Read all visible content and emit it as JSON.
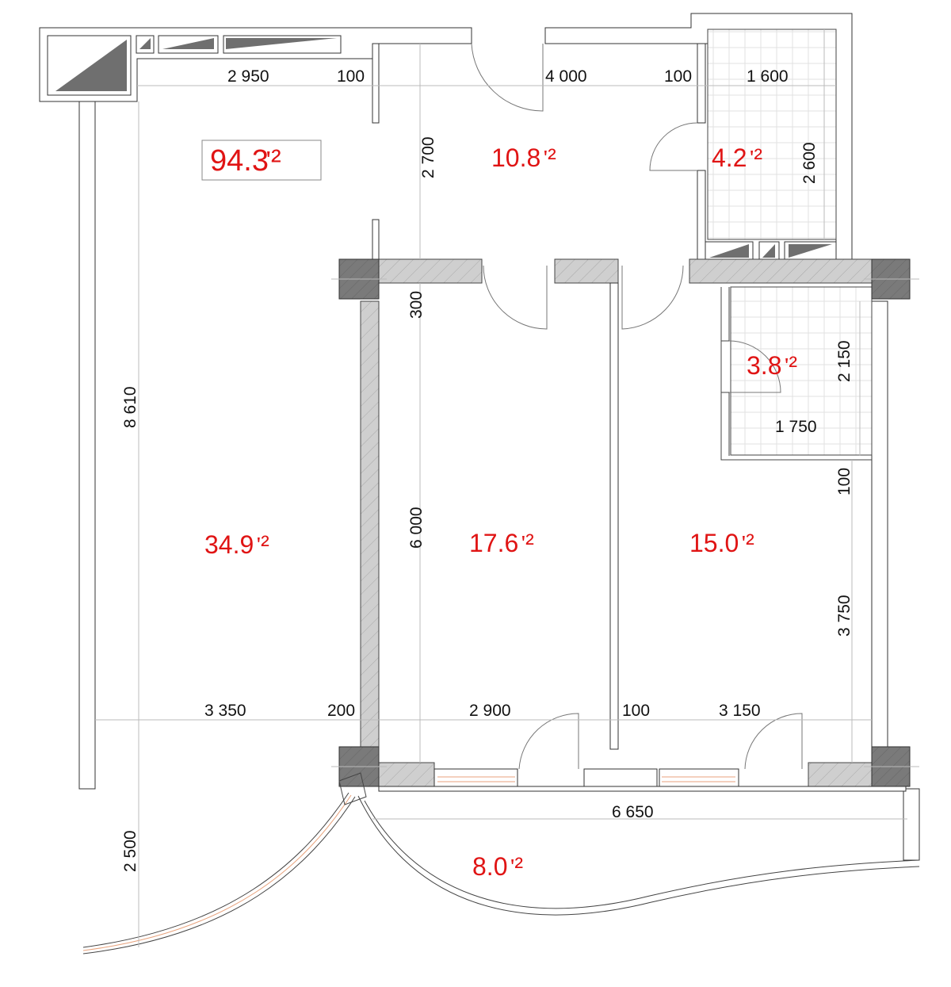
{
  "plan": {
    "total_area": {
      "value": "94.3",
      "unit": "ᡃ²"
    },
    "rooms": [
      {
        "id": "living",
        "area": "34.9 ᡃ²"
      },
      {
        "id": "hall",
        "area": "10.8 ᡃ²"
      },
      {
        "id": "bath-top",
        "area": "4.2 ᡃ²"
      },
      {
        "id": "bedroom-1",
        "area": "17.6 ᡃ²"
      },
      {
        "id": "bedroom-2",
        "area": "15.0 ᡃ²"
      },
      {
        "id": "bath-mid",
        "area": "3.8 ᡃ²"
      },
      {
        "id": "balcony",
        "area": "8.0 ᡃ²"
      }
    ],
    "dimensions": {
      "top_2950": "2 950",
      "top_100a": "100",
      "top_4000": "4 000",
      "top_100b": "100",
      "top_1600": "1 600",
      "v_2700": "2 700",
      "v_2600": "2 600",
      "v_300": "300",
      "v_2150": "2 150",
      "h_1750": "1 750",
      "v_8610": "8 610",
      "v_6000": "6 000",
      "v_100": "100",
      "v_3750": "3 750",
      "bot_3350": "3 350",
      "bot_200": "200",
      "bot_2900": "2 900",
      "bot_100": "100",
      "bot_3150": "3 150",
      "bal_6650": "6 650",
      "v_2500": "2 500"
    },
    "colors": {
      "area_text": "#e01414",
      "wall_outline": "#333333",
      "column_fill": "#777777",
      "partition_fill": "#cccccc"
    }
  }
}
